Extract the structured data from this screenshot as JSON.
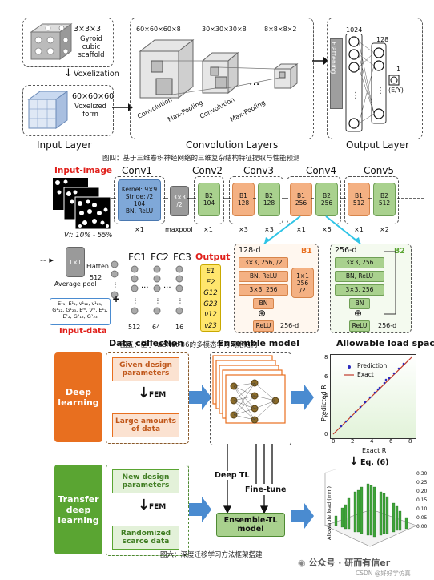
{
  "fig4": {
    "input_size": "3×3×3",
    "gyroid_label": "Gyroid cubic scaffold",
    "voxelization": "Voxelization",
    "voxel_size": "60×60×60",
    "voxel_label": "Voxelized form",
    "conv_sizes": [
      "60×60×60×8",
      "30×30×30×8",
      "8×8×8×2"
    ],
    "conv_ops": [
      "Convolution",
      "Max-Pooling",
      "Convolution",
      "Max-Pooling"
    ],
    "flatten": "Flattening",
    "dense": [
      "1024",
      "128",
      "1"
    ],
    "output_node": "(E/Y)",
    "input_layer": "Input Layer",
    "conv_layers": "Convolution Layers",
    "output_layer": "Output Layer",
    "caption": "图四：基于三维卷积神经网络的三维复杂结构特征提取与性能预测"
  },
  "fig5": {
    "input_image": "Input-image",
    "vf": "Vf: 10% - 55%",
    "conv_titles": [
      "Conv1",
      "Conv2",
      "Conv3",
      "Conv4",
      "Conv5"
    ],
    "conv1_text": [
      "Kernel: 9×9",
      "Stride: /2",
      "104",
      "BN, ReLU"
    ],
    "pool_text": [
      "3×3",
      "/2"
    ],
    "pool_label": "maxpool",
    "blocks": [
      {
        "name": "B2",
        "val": "104"
      },
      {
        "name": "B1",
        "val": "128"
      },
      {
        "name": "B2",
        "val": "128"
      },
      {
        "name": "B1",
        "val": "256"
      },
      {
        "name": "B2",
        "val": "256"
      },
      {
        "name": "B1",
        "val": "512"
      },
      {
        "name": "B2",
        "val": "512"
      }
    ],
    "repeats": [
      "×1",
      "×3",
      "×1",
      "×3",
      "×1",
      "×5",
      "×1",
      "×2"
    ],
    "avgpool_label": "1×1",
    "avgpool": "Average pool",
    "flatten": "Flatten",
    "flatten_val": "512",
    "fc_titles": [
      "FC1",
      "FC2",
      "FC3"
    ],
    "fc_vals": [
      "512",
      "64",
      "16"
    ],
    "output_title": "Output",
    "outputs": [
      "E1",
      "E2",
      "G12",
      "G23",
      "ν12",
      "ν23"
    ],
    "input_data_text": "E¹₁, E¹₂, ν¹₁₂, ν¹₂₃, G¹₁₂, G¹₂₃, Eᵐ, νᵐ, E¹₁, E¹₂, G¹₁₂, G¹₂₃",
    "input_data": "Input-data",
    "b1": {
      "title": "B1",
      "in": "128-d",
      "rows": [
        "3×3, 256, /2",
        "BN, ReLU",
        "3×3, 256",
        "BN"
      ],
      "side": [
        "1×1",
        "256",
        "/2"
      ],
      "relu": "ReLU",
      "out": "256-d"
    },
    "b2": {
      "title": "B2",
      "in": "256-d",
      "rows": [
        "3×3, 256",
        "BN, ReLU",
        "3×3, 256",
        "BN"
      ],
      "relu": "ReLU",
      "out": "256-d"
    },
    "caption": "图五：基于ResNet-36的多模态学习网络结构"
  },
  "fig6": {
    "headers": [
      "Data collection",
      "Ensemble model",
      "Allowable load space"
    ],
    "deep": "Deep learning",
    "transfer": "Transfer deep learning",
    "given": "Given design parameters",
    "fem": "FEM",
    "large": "Large amounts of data",
    "new": "New design parameters",
    "randomized": "Randomized scarce data",
    "deep_tl": "Deep TL",
    "fine_tune": "Fine-tune",
    "ensemble_tl": "Ensemble-TL model",
    "legend": [
      "Prediction",
      "Exact"
    ],
    "ylabel": "Predicted R",
    "xlabel": "Exact R",
    "xticks": [
      "0",
      "2",
      "4",
      "6",
      "8"
    ],
    "yticks": [
      "0",
      "2",
      "4",
      "6",
      "8"
    ],
    "eq": "Eq. (6)",
    "zlabel": "Allowable load (mm)",
    "zticks": [
      "0.30",
      "0.25",
      "0.20",
      "0.15",
      "0.10",
      "0.05",
      "0.00"
    ],
    "caption": "图六：深度迁移学习方法框架搭建"
  },
  "watermark": {
    "wechat": "公众号 · 研而有信er",
    "csdn": "CSDN @好好学仿真"
  },
  "colors": {
    "red": "#e0201b",
    "orange_side": "#e86f1f",
    "green_side": "#5aa532",
    "arrow_blue": "#4a8bd0",
    "cyan": "#2ec4e6"
  }
}
